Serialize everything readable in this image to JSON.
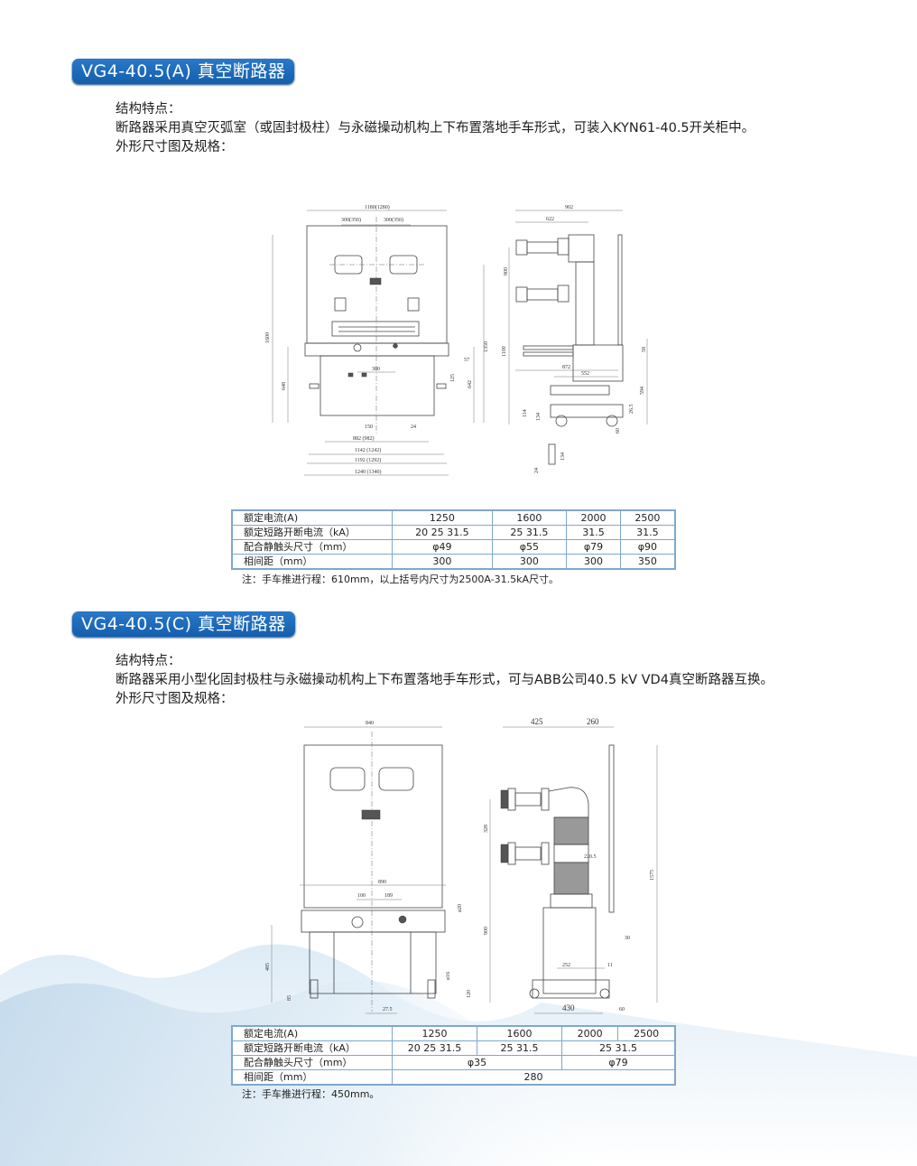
{
  "section_a": {
    "title": "VG4-40.5(A) 真空断路器",
    "features_label": "结构特点：",
    "description": "断路器采用真空灭弧室（或固封极柱）与永磁操动机构上下布置落地手车形式，可装入KYN61-40.5开关柜中。",
    "drawing_label": "外形尺寸图及规格：",
    "front_view_dims": [
      "1180(1280)",
      "300(350)",
      "300(350)",
      "1600",
      "1350",
      "648",
      "642",
      "57",
      "125",
      "300",
      "150",
      "24",
      "882 (982)",
      "1142 (1242)",
      "1192 (1292)",
      "1240 (1340)"
    ],
    "side_view_dims": [
      "902",
      "622",
      "800",
      "1100",
      "872",
      "552",
      "58",
      "594",
      "114",
      "134",
      "26.5",
      "60",
      "134",
      "24"
    ],
    "table": {
      "rows": [
        {
          "label": "额定电流(A)",
          "cells": [
            "1250",
            "1600",
            "2000",
            "2500"
          ]
        },
        {
          "label": "额定短路开断电流（kA）",
          "cells": [
            "20  25  31.5",
            "25  31.5",
            "31.5",
            "31.5"
          ]
        },
        {
          "label": "配合静触头尺寸（mm）",
          "cells": [
            "φ49",
            "φ55",
            "φ79",
            "φ90"
          ]
        },
        {
          "label": "相间距（mm）",
          "cells": [
            "300",
            "300",
            "300",
            "350"
          ]
        }
      ]
    },
    "note": "注：手车推进行程：610mm，以上括号内尺寸为2500A-31.5kA尺寸。"
  },
  "section_c": {
    "title": "VG4-40.5(C) 真空断路器",
    "features_label": "结构特点：",
    "description": "断路器采用小型化固封极柱与永磁操动机构上下布置落地手车形式，可与ABB公司40.5 kV VD4真空断路器互换。",
    "drawing_label": "外形尺寸图及规格：",
    "front_view_dims": [
      "840",
      "890",
      "100",
      "189",
      "ø20",
      "485",
      "85",
      "ø16",
      "120",
      "27.5"
    ],
    "side_view_dims": [
      "425",
      "260",
      "328",
      "220.5",
      "1575",
      "900",
      "30",
      "252",
      "11",
      "430",
      "60"
    ],
    "table": {
      "rows": [
        {
          "label": "额定电流(A)",
          "cells": [
            "1250",
            "1600",
            "2000",
            "2500"
          ]
        },
        {
          "label": "额定短路开断电流（kA）",
          "cells": [
            "20  25  31.5",
            "25  31.5",
            "25  31.5"
          ]
        },
        {
          "label": "配合静触头尺寸（mm）",
          "cells": [
            "φ35",
            "φ79"
          ]
        },
        {
          "label": "相间距（mm）",
          "cells": [
            "280"
          ]
        }
      ]
    },
    "note": "注：手车推进行程：450mm。"
  },
  "colors": {
    "badge": "#1a67b5",
    "table_border": "#7fa7cf",
    "background_wash": "#cfe2f1"
  }
}
